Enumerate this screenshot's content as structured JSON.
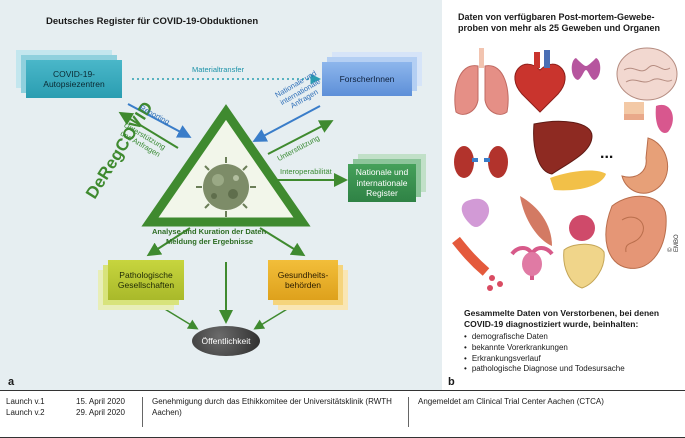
{
  "panel_a": {
    "title": "Deutsches Register für COVID-19-Obduktionen",
    "letter": "a",
    "center_label": "DeRegCOVID",
    "boxes": {
      "autopsy_centers": "COVID-19-Autopsiezentren",
      "researchers": "ForscherInnen",
      "registries": "Nationale und internationale Register",
      "pathology": "Pathologische Gesellschaften",
      "health_authorities": "Gesundheits-behörden",
      "public": "Öffentlichkeit"
    },
    "arrows": {
      "material_transfer": "Materialtransfer",
      "reporting": "Reporting",
      "support_requests_left": "Unterstützung und Anfragen",
      "national_requests": "Nationale und internationale Anfragen",
      "support_right": "Unterstützung",
      "interoperability": "Interoperabilität",
      "analysis": "Analyse und Kuration der Daten",
      "results": "Meldung der Ergebnisse"
    },
    "colors": {
      "teal": "#2a9db1",
      "blue": "#5d8fd8",
      "green": "#2f8245",
      "triangle": "#3f8a2f",
      "lime": "#a9b92a",
      "amber": "#dea11c"
    }
  },
  "panel_b": {
    "letter": "b",
    "title": "Daten von verfügbaren Post-mortem-Gewebe-proben von mehr als 25 Geweben und Organen",
    "ellipsis": "...",
    "credit": "© EMBO",
    "organs": [
      "lungs-icon",
      "heart-icon",
      "thyroid-icon",
      "brain-icon",
      "skin-icon",
      "kidneys-icon",
      "liver-icon",
      "spleen-icon",
      "pancreas-icon",
      "stomach-icon",
      "bladder-icon",
      "muscle-icon",
      "placenta-icon",
      "intestine-icon",
      "blood-vessel-icon",
      "uterus-icon",
      "bone-icon"
    ],
    "summary_title": "Gesammelte Daten von Verstorbenen, bei denen COVID-19 diagnostiziert wurde, beinhalten:",
    "bullets": [
      "demografische Daten",
      "bekannte Vorerkrankungen",
      "Erkrankungsverlauf",
      "pathologische Diagnose und Todesursache"
    ]
  },
  "footer": {
    "launches": [
      {
        "label": "Launch v.1",
        "date": "15. April 2020"
      },
      {
        "label": "Launch v.2",
        "date": "29. April 2020"
      }
    ],
    "ethics": "Genehmigung durch das Ethikkomitee der Universitätsklinik (RWTH Aachen)",
    "ctca": "Angemeldet am Clinical Trial Center Aachen (CTCA)"
  }
}
